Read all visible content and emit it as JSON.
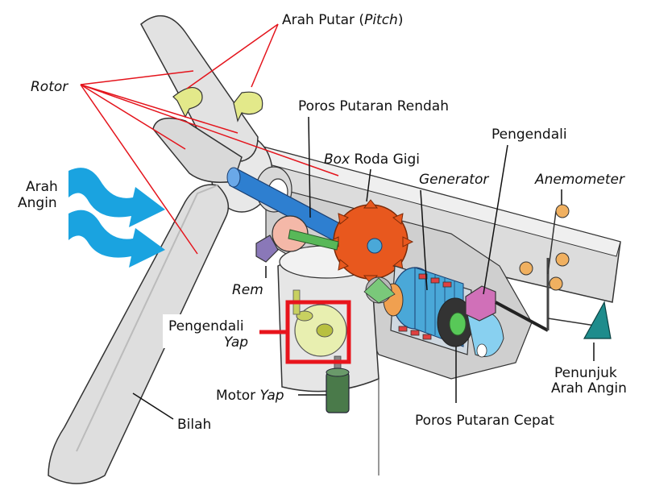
{
  "labels": {
    "arah_putar_main": "Arah Putar (",
    "arah_putar_italic": "Pitch",
    "arah_putar_close": ")",
    "rotor": "Rotor",
    "poros_rendah": "Poros Putaran Rendah",
    "pengendali": "Pengendali",
    "box_italic": "Box",
    "box_rest": " Roda Gigi",
    "generator": "Generator",
    "anemometer": "Anemometer",
    "arah_angin_1": "Arah",
    "arah_angin_2": "Angin",
    "rem": "Rem",
    "pengendali_yap_1": "Pengendali",
    "pengendali_yap_2": "Yap",
    "motor_main": "Motor ",
    "motor_italic": "Yap",
    "bilah": "Bilah",
    "poros_cepat": "Poros Putaran Cepat",
    "penunjuk_1": "Penunjuk",
    "penunjuk_2": "Arah Angin"
  },
  "colors": {
    "leader_red": "#e4141c",
    "highlight_red": "#e8141c",
    "wind_arrow": "#1aa3e0",
    "gear_orange": "#e8581e",
    "shaft_blue": "#2e7fd0",
    "generator_blue": "#4aa8d8",
    "yaw_gear": "#e8efb0",
    "motor_green": "#4a7a4a",
    "vane_teal": "#1e8c8c",
    "controller_pink": "#d070b8",
    "rem_purple": "#8a78b8",
    "body_grey": "#d8d8d8",
    "anemometer_cup": "#f0b060"
  }
}
